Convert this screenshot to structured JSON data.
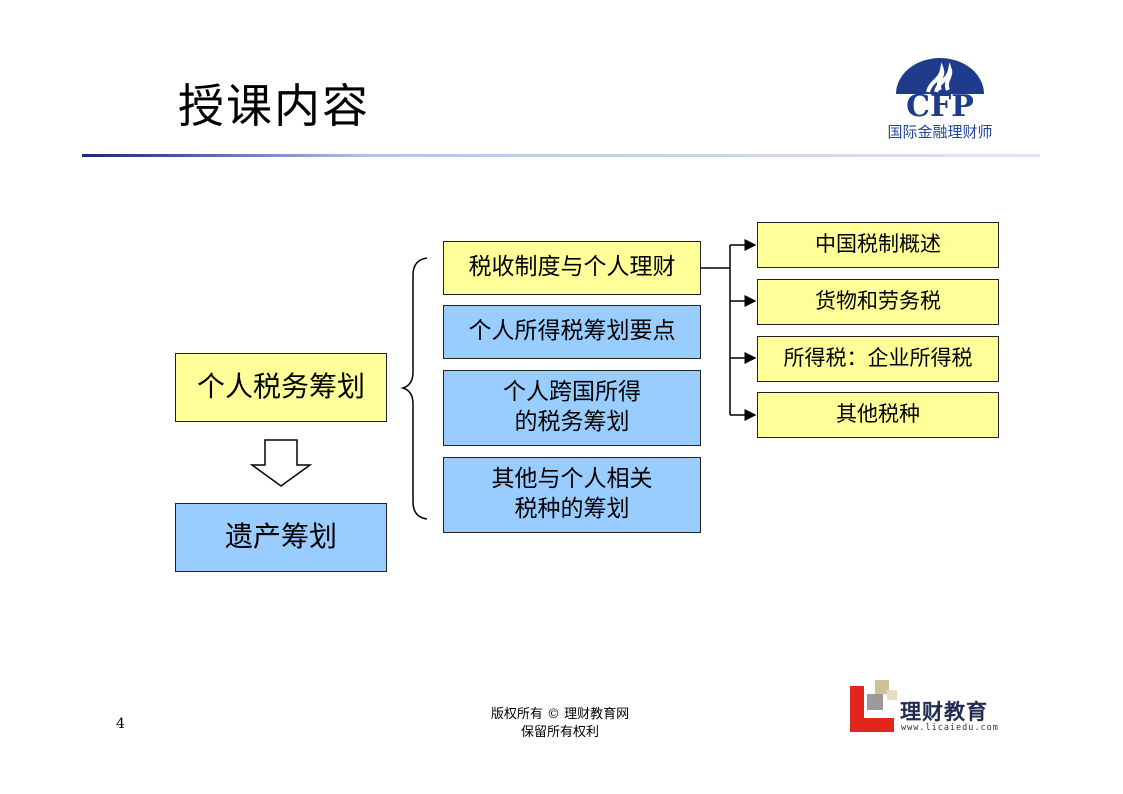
{
  "slide": {
    "title": "授课内容",
    "page_number": "4"
  },
  "header_logo": {
    "mark_text": "CFP",
    "tagline": "国际金融理财师"
  },
  "diagram": {
    "main_topics": [
      {
        "label": "个人税务筹划",
        "color": "#ffff99"
      },
      {
        "label": "遗产筹划",
        "color": "#99ccff"
      }
    ],
    "subtopics": [
      {
        "lines": [
          "税收制度与个人理财"
        ],
        "color": "#ffff99"
      },
      {
        "lines": [
          "个人所得税筹划要点"
        ],
        "color": "#99ccff"
      },
      {
        "lines": [
          "个人跨国所得",
          "的税务筹划"
        ],
        "color": "#99ccff"
      },
      {
        "lines": [
          "其他与个人相关",
          "税种的筹划"
        ],
        "color": "#99ccff"
      }
    ],
    "details": [
      {
        "label": "中国税制概述"
      },
      {
        "label": "货物和劳务税"
      },
      {
        "label": "所得税：企业所得税"
      },
      {
        "label": "其他税种"
      }
    ]
  },
  "footer": {
    "copyright_line1": "版权所有 © 理财教育网",
    "copyright_line2": "保留所有权利",
    "brand_name": "理财教育",
    "brand_url": "www.licaiedu.com"
  }
}
